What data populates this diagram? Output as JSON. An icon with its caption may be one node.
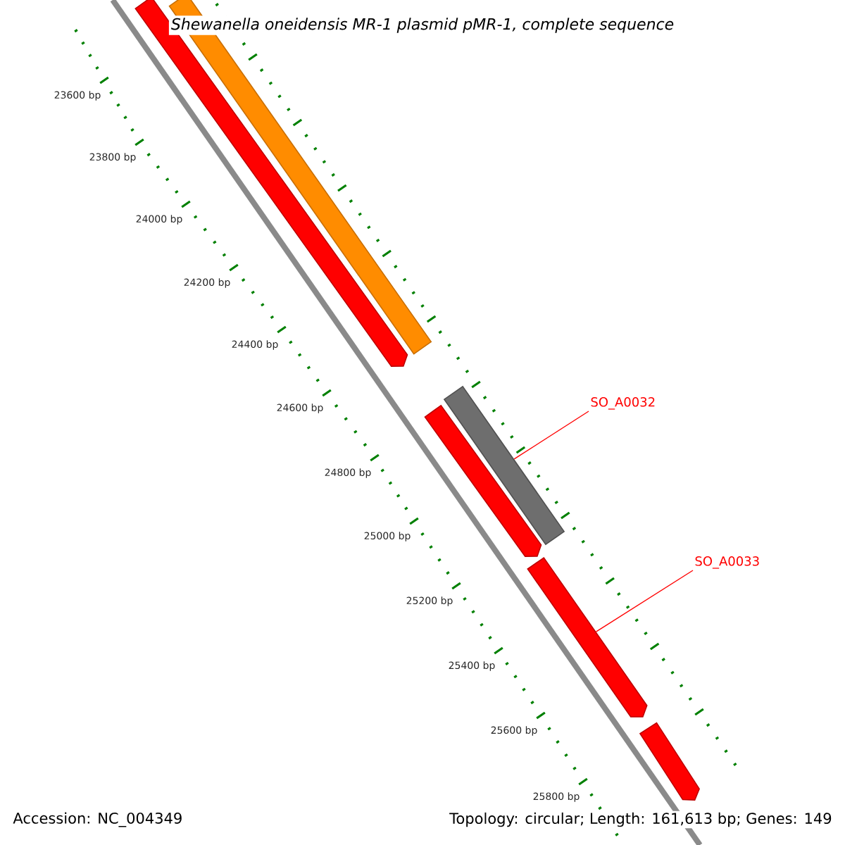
{
  "diagram": {
    "title": "Shewanella oneidensis MR-1 plasmid pMR-1, complete sequence",
    "nodes": [
      {
        "text": [],
        "shape": "bar"
      },
      {
        "text": [],
        "shape": "arrow"
      },
      {
        "text": [],
        "shape": "bar"
      },
      {
        "text": [],
        "shape": "arrow"
      },
      {
        "text": [],
        "shape": "arrow"
      },
      {
        "text": [],
        "shape": "arrow"
      },
      {
        "text": [
          "SO_A0032"
        ]
      },
      {
        "text": [
          "SO_A0033"
        ]
      }
    ],
    "edges": [
      {
        "from": 6,
        "to": 2,
        "arrow": "none"
      },
      {
        "from": 7,
        "to": 4,
        "arrow": "none"
      }
    ],
    "labels": [
      "23600 bp",
      "23800 bp",
      "24000 bp",
      "24200 bp",
      "24400 bp",
      "24600 bp",
      "24800 bp",
      "25000 bp",
      "25200 bp",
      "25400 bp",
      "25600 bp",
      "25800 bp",
      "Accession: NC_004349",
      "Topology: circular; Length: 161,613 bp; Genes: 149"
    ]
  }
}
